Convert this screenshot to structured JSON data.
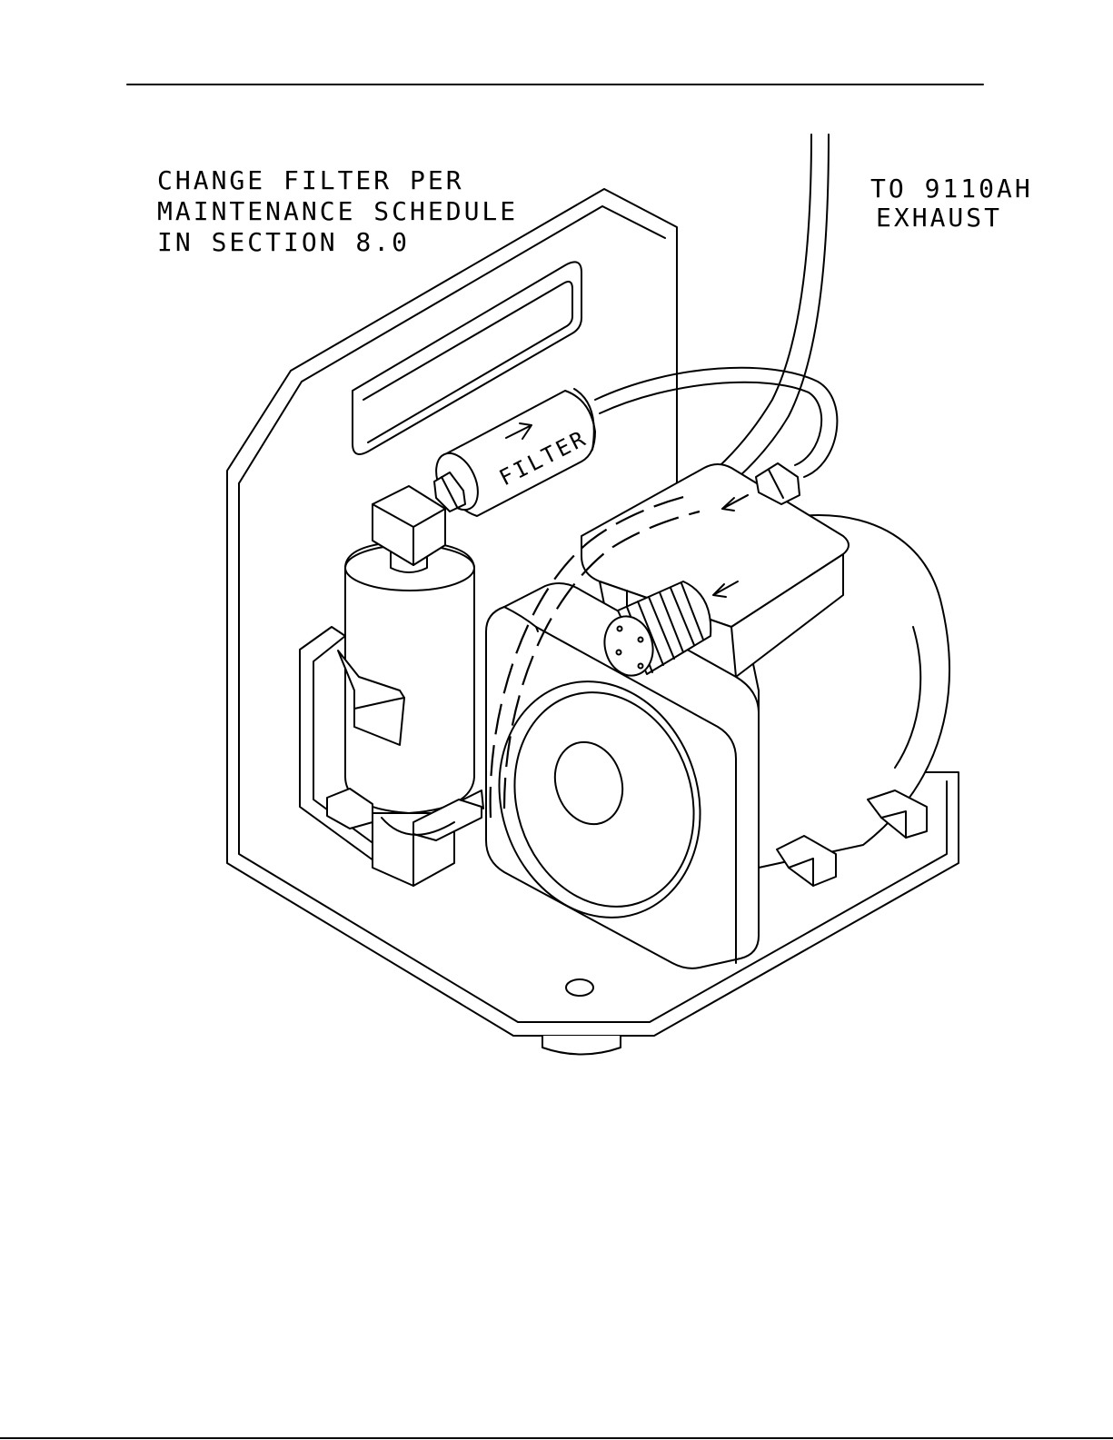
{
  "note": {
    "lines": [
      "CHANGE FILTER PER",
      "MAINTENANCE SCHEDULE",
      "IN SECTION 8.0"
    ]
  },
  "exhaust_label": {
    "lines": [
      "TO 9110AH",
      "EXHAUST"
    ]
  },
  "filter_label": "FILTER",
  "icons": {
    "flow_arrow": "arrow-icon"
  }
}
